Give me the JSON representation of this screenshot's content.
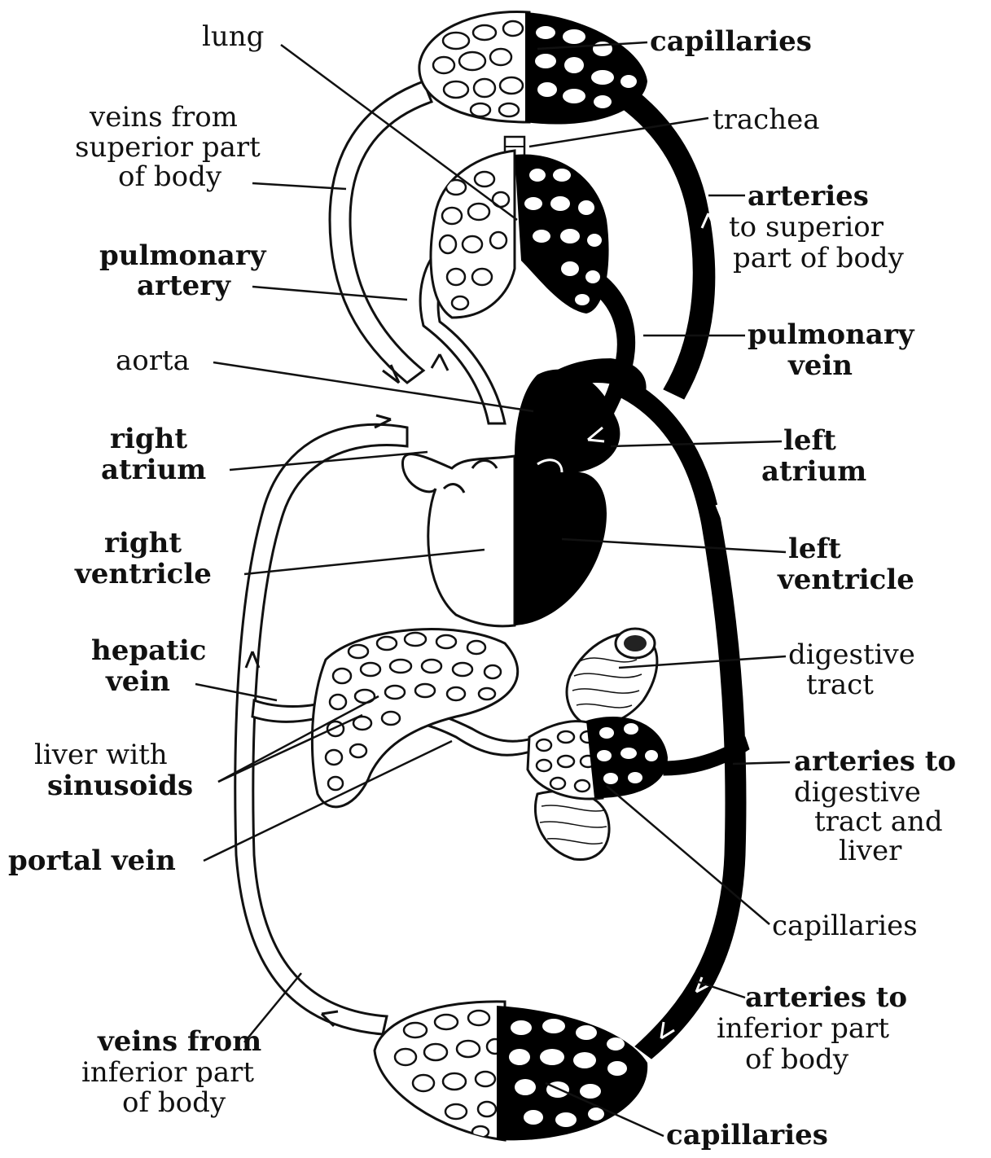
{
  "labels": {
    "lung": "lung",
    "capillaries_top": "capillaries",
    "trachea": "trachea",
    "veins_superior": [
      "veins from",
      "superior part",
      "of body"
    ],
    "arteries_superior": [
      "arteries",
      "to superior",
      "part of body"
    ],
    "pulmonary_artery": [
      "pulmonary",
      "artery"
    ],
    "pulmonary_vein": [
      "pulmonary",
      "vein"
    ],
    "aorta": "aorta",
    "right_atrium": [
      "right",
      "atrium"
    ],
    "left_atrium": [
      "left",
      "atrium"
    ],
    "right_ventricle": [
      "right",
      "ventricle"
    ],
    "left_ventricle": [
      "left",
      "ventricle"
    ],
    "hepatic_vein": [
      "hepatic",
      "vein"
    ],
    "digestive_tract": [
      "digestive",
      "tract"
    ],
    "liver": [
      "liver with",
      "sinusoids"
    ],
    "arteries_digestive": [
      "arteries to",
      "digestive",
      "tract and",
      "liver"
    ],
    "portal_vein": "portal vein",
    "capillaries_mid": "capillaries",
    "veins_inferior": [
      "veins from",
      "inferior part",
      "of body"
    ],
    "arteries_inferior": [
      "arteries to",
      "inferior part",
      "of body"
    ],
    "capillaries_bottom": "capillaries"
  },
  "colors": {
    "oxygenated": "#000000",
    "deoxygenated": "#ffffff",
    "ink": "#111111"
  }
}
